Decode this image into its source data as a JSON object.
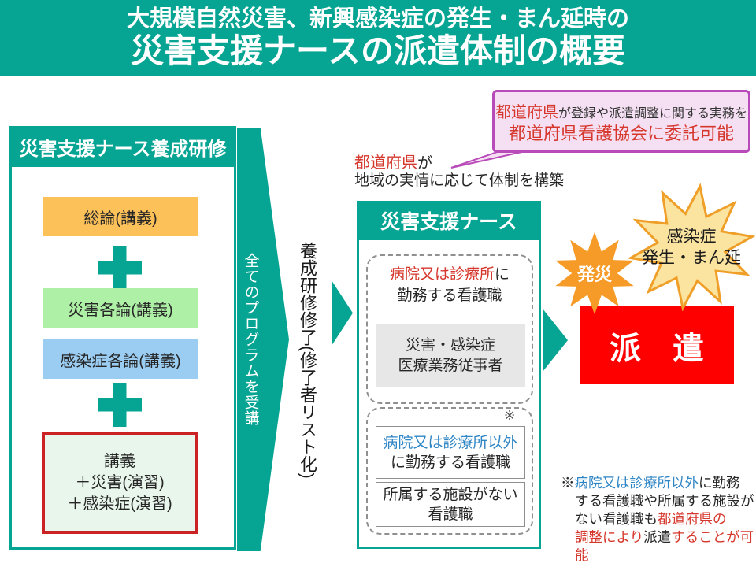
{
  "header": {
    "line1": "大規模自然災害、新興感染症の発生・まん延時の",
    "line2": "災害支援ナースの派遣体制の概要"
  },
  "training": {
    "title": "災害支援ナース養成研修",
    "item1": "総論(講義)",
    "item2": "災害各論(講義)",
    "item3": "感染症各論(講義)",
    "practice_line1": "講義",
    "practice_line2": "＋災害(演習)",
    "practice_line3": "＋感染症(演習)"
  },
  "program_arrow_label": "全てのプログラムを受講",
  "completion_label": "養成研修修了(修了者リスト化)",
  "prefecture_note": {
    "red": "都道府県",
    "suffix": "が",
    "line2": "地域の実情に応じて体制を構築"
  },
  "callout": {
    "line1_red": "都道府県",
    "line1_rest": "が登録や派遣調整に関する実務を",
    "line2": "都道府県看護協会に委託可能"
  },
  "nurse": {
    "title": "災害支援ナース",
    "hospital_red": "病院又は診療所",
    "hospital_rest": "に",
    "hospital_line2": "勤務する看護職",
    "worker_line1": "災害・感染症",
    "worker_line2": "医療業務従事者",
    "asterisk": "※",
    "non_hospital_blue": "病院又は診療所以外",
    "non_hospital_line2": "に勤務する看護職",
    "no_facility_line1": "所属する施設がない",
    "no_facility_line2": "看護職"
  },
  "events": {
    "disaster": "発災",
    "infection_line1": "感染症",
    "infection_line2": "発生・まん延"
  },
  "dispatch_label": "派　遣",
  "footnote": {
    "l1_mark": "※",
    "l1_blue": "病院又は診療所以外",
    "l1_rest": "に勤務",
    "l2": "する看護職や所属する施設が",
    "l3_black": "ない看護職も",
    "l3_red": "都道府県の",
    "l4_red1": "調整により",
    "l4_black": "派遣",
    "l4_red2": "することが可能"
  },
  "colors": {
    "teal": "#06a493",
    "red_text": "#d6372c",
    "blue_text": "#2f86c5",
    "dispatch_red": "#ff0000",
    "star_orange": "#f79b28",
    "star_yellow_fill": "#fbe3a0",
    "star_yellow_stroke": "#ef9f28",
    "callout_bg": "#f5e0f3",
    "callout_border": "#b94ab9",
    "item_orange": "#fcc159",
    "item_green": "#aef0a6",
    "item_blue": "#9bcdf2",
    "practice_bg": "#e8f6ec",
    "practice_border": "#cb2323",
    "gray_box": "#e7e7e7"
  }
}
